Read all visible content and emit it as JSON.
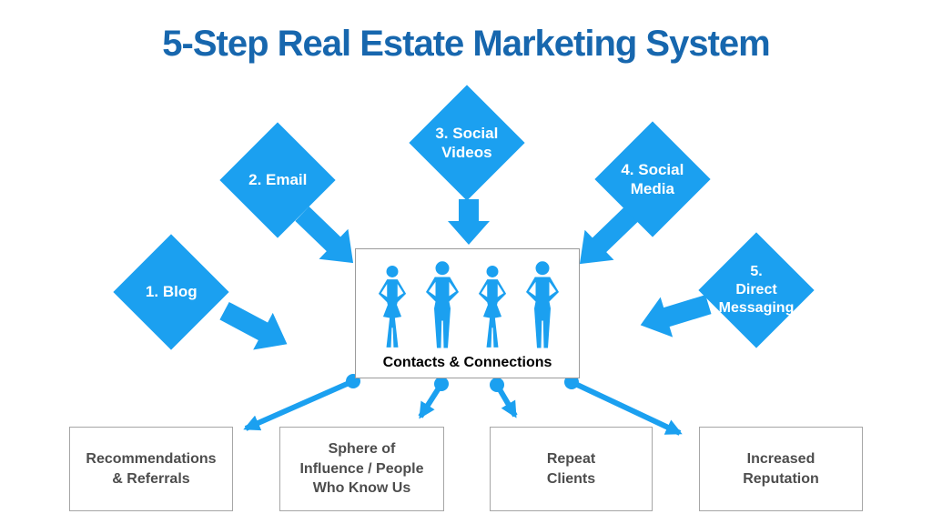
{
  "title": "5-Step Real Estate Marketing System",
  "colors": {
    "accent_blue": "#1BA0F0",
    "title_blue": "#1767AE",
    "box_border_gray": "#9B9B9B",
    "outcome_text_gray": "#4D4D4D",
    "center_label_black": "#000000"
  },
  "steps": [
    {
      "label": "1. Blog"
    },
    {
      "label": "2. Email"
    },
    {
      "label": "3. Social\nVideos"
    },
    {
      "label": "4. Social\nMedia"
    },
    {
      "label": "5.\nDirect\nMessaging"
    }
  ],
  "center": {
    "label": "Contacts & Connections",
    "icon": "four-people-silhouettes"
  },
  "outcomes": [
    {
      "label": "Recommendations\n& Referrals"
    },
    {
      "label": "Sphere of\nInfluence / People\nWho Know Us"
    },
    {
      "label": "Repeat\nClients"
    },
    {
      "label": "Increased\nReputation"
    }
  ]
}
